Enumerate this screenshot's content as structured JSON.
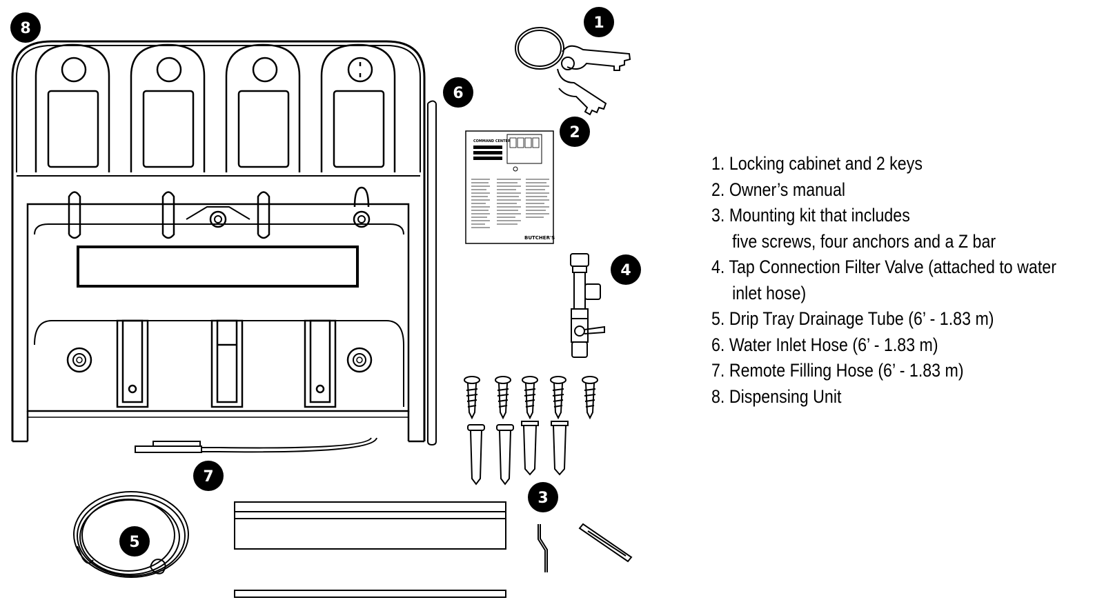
{
  "callouts": {
    "c1": "1",
    "c2": "2",
    "c3": "3",
    "c4": "4",
    "c5": "5",
    "c6": "6",
    "c7": "7",
    "c8": "8"
  },
  "legend": {
    "l1": "1. Locking cabinet and 2 keys",
    "l2": "2. Owner’s manual",
    "l3a": "3. Mounting kit that includes",
    "l3b": "five screws, four anchors and a Z bar",
    "l4a": "4. Tap Connection Filter Valve (attached to water",
    "l4b": "inlet hose)",
    "l5": "5. Drip Tray Drainage Tube (6’ - 1.83 m)",
    "l6": "6. Water Inlet Hose (6’ - 1.83 m)",
    "l7": "7. Remote Filling Hose (6’ - 1.83 m)",
    "l8": "8.  Dispensing Unit"
  },
  "manual": {
    "title": "COMMAND CENTER",
    "brand": "BUTCHER'S"
  },
  "colors": {
    "line": "#000000",
    "badge": "#000000",
    "background": "#ffffff"
  }
}
